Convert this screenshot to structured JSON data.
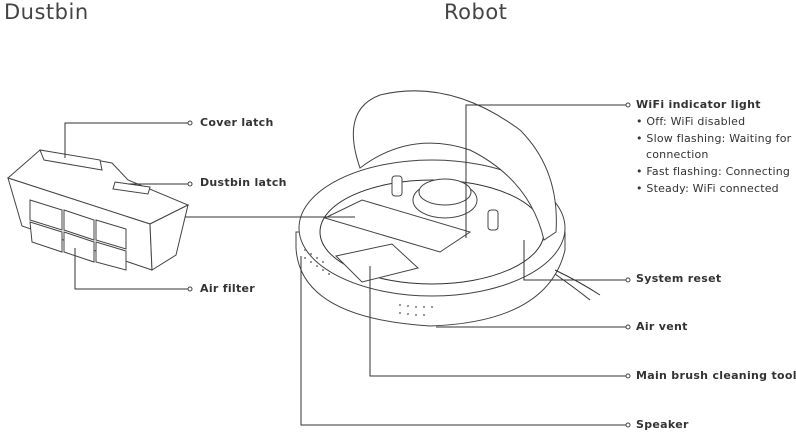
{
  "titles": {
    "dustbin": "Dustbin",
    "robot": "Robot"
  },
  "labels": {
    "cover_latch": "Cover latch",
    "dustbin_latch": "Dustbin latch",
    "air_filter": "Air filter",
    "wifi": "WiFi indicator light",
    "wifi_states": [
      "• Off: WiFi disabled",
      "• Slow flashing: Waiting for",
      "connection",
      "• Fast flashing: Connecting",
      "• Steady: WiFi connected"
    ],
    "system_reset": "System reset",
    "air_vent": "Air vent",
    "main_brush_tool": "Main brush cleaning tool",
    "speaker": "Speaker"
  }
}
